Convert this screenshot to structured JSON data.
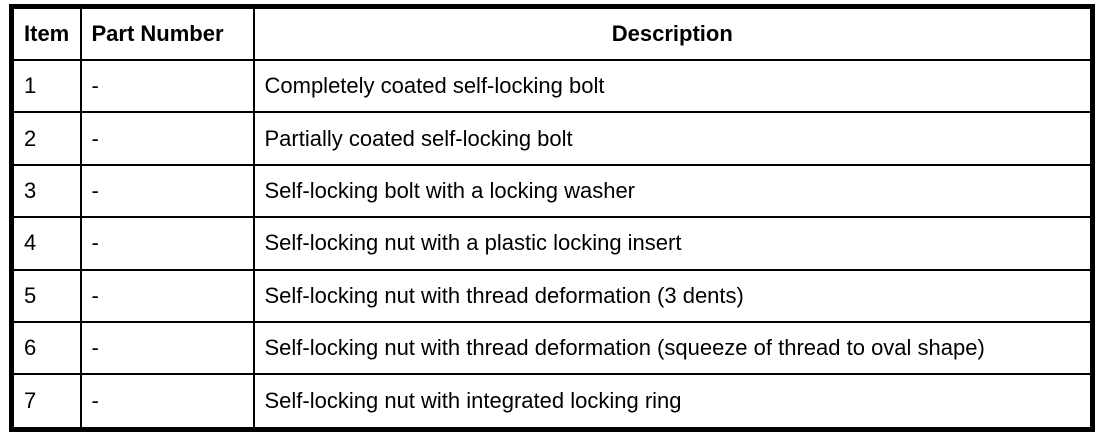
{
  "table": {
    "columns": {
      "item": "Item",
      "part_number": "Part Number",
      "description": "Description"
    },
    "rows": [
      {
        "item": "1",
        "part_number": "-",
        "description": "Completely coated self-locking bolt"
      },
      {
        "item": "2",
        "part_number": "-",
        "description": "Partially coated self-locking bolt"
      },
      {
        "item": "3",
        "part_number": "-",
        "description": "Self-locking bolt with a locking washer"
      },
      {
        "item": "4",
        "part_number": "-",
        "description": "Self-locking nut with a plastic locking insert"
      },
      {
        "item": "5",
        "part_number": "-",
        "description": "Self-locking nut with thread deformation (3 dents)"
      },
      {
        "item": "6",
        "part_number": "-",
        "description": "Self-locking nut with thread deformation (squeeze of thread to oval shape)"
      },
      {
        "item": "7",
        "part_number": "-",
        "description": "Self-locking nut with integrated locking ring"
      }
    ]
  }
}
